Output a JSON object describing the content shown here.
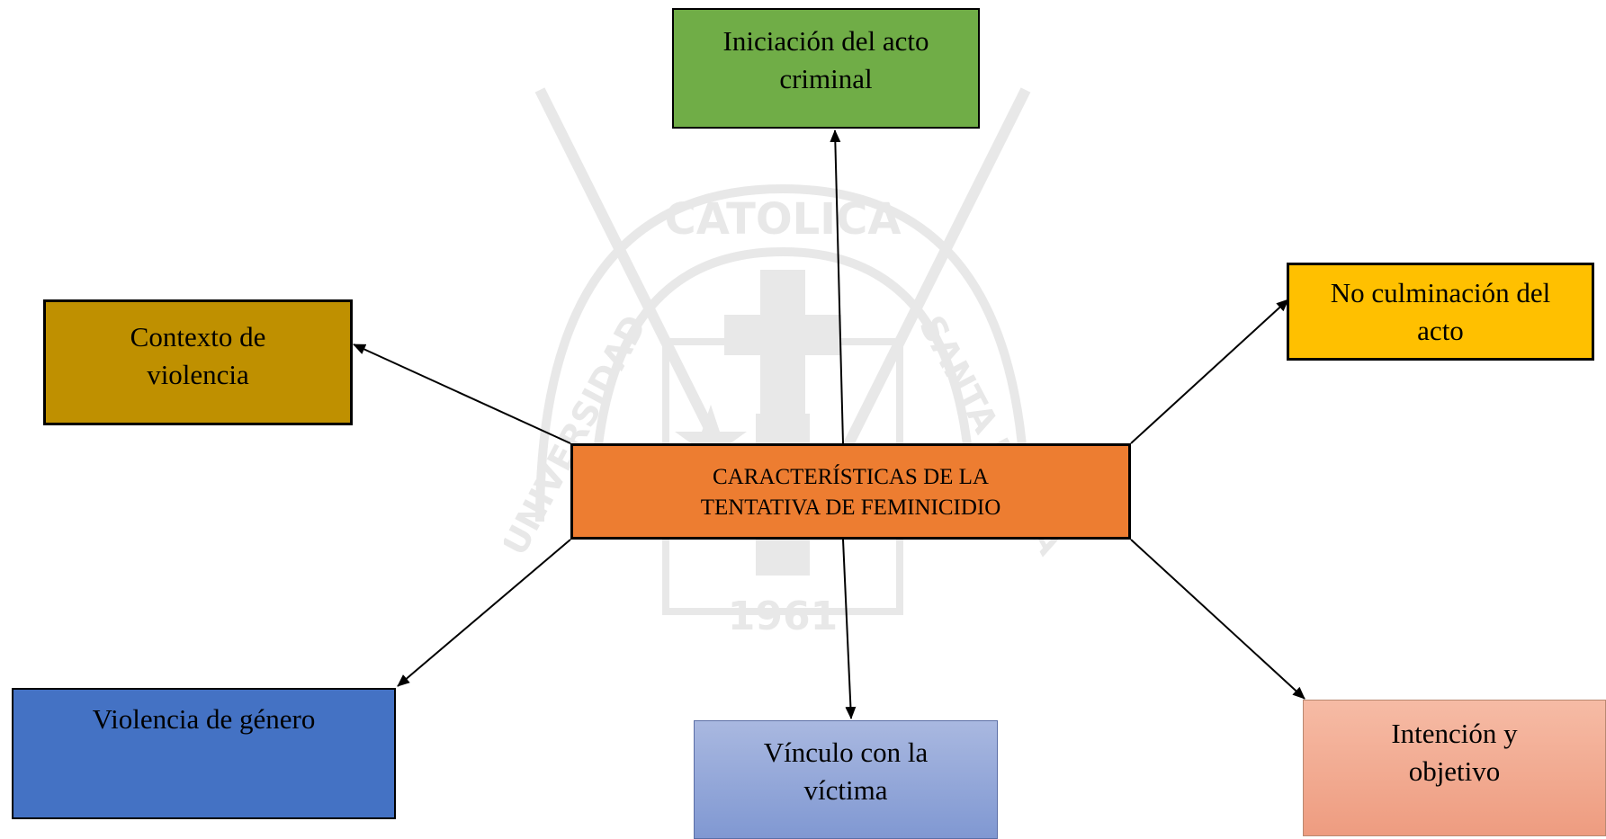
{
  "watermark": {
    "text_top": "CATOLICA",
    "text_left": "UNIVERSIDAD",
    "text_right": "SANTA MARIA",
    "year": "1961"
  },
  "nodes": {
    "center": {
      "line1": "CARACTERÍSTICAS DE LA",
      "line2": "TENTATIVA DE FEMINICIDIO",
      "color": "#ED7D31"
    },
    "top": {
      "line1": "Iniciación del acto",
      "line2": "criminal",
      "color": "#70AD47"
    },
    "right_top": {
      "line1": "No culminación del",
      "line2": "acto",
      "color": "#FFC000"
    },
    "left_top": {
      "line1": "Contexto de",
      "line2": "violencia",
      "color": "#BF9000"
    },
    "left_bottom": {
      "line1": "Violencia de género",
      "line2": "",
      "color": "#4472C4"
    },
    "bottom": {
      "line1": "Vínculo con la",
      "line2": "víctima",
      "color": "#8EA3D8"
    },
    "right_bottom": {
      "line1": "Intención y",
      "line2": "objetivo",
      "color": "#F4AE94"
    }
  }
}
